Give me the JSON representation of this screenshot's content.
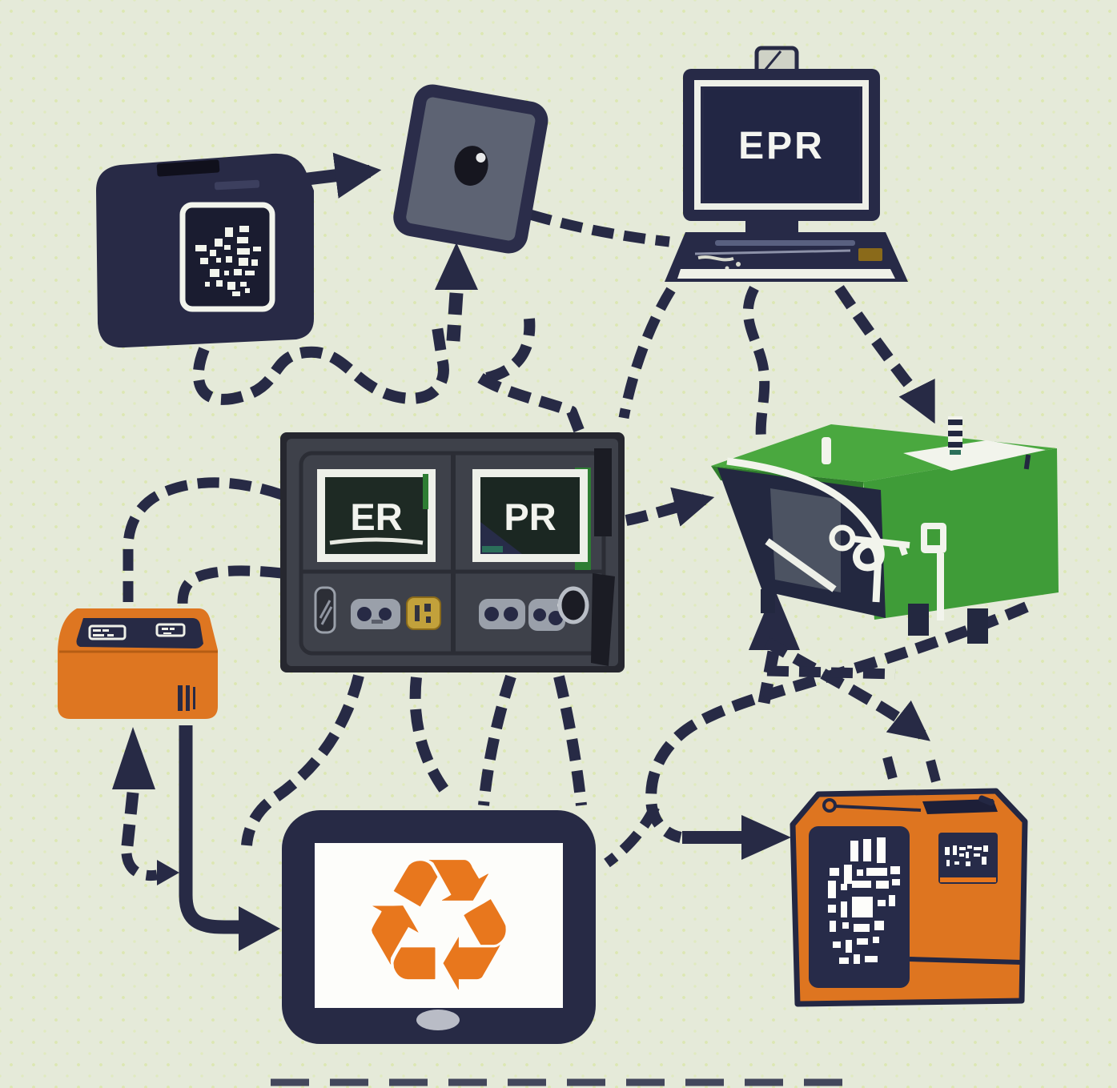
{
  "scene": {
    "description": "EPR electronics take-back and recycling flow illustration",
    "background_color": "#e5ead9",
    "dot_color": "#dcе7b2"
  },
  "palette": {
    "navy": "#272a45",
    "orange": "#e0761f",
    "recycle_orange": "#e8771d",
    "green": "#44a13a",
    "dark_green_screen": "#1e2a24",
    "white": "#f2f4ec",
    "gold_button": "#c2a13b",
    "gray_screen": "#5d6373"
  },
  "labels": {
    "monitor_screen": "EPR",
    "machine_screen_left": "ER",
    "machine_screen_right": "PR",
    "recycle_glyph": "♻"
  },
  "icons": [
    "qr-code-icon",
    "camera-icon",
    "webcam-icon",
    "keyboard-icon",
    "recycle-icon",
    "barcode-icon",
    "key-icon",
    "power-cord-icon",
    "arrow-icon"
  ]
}
